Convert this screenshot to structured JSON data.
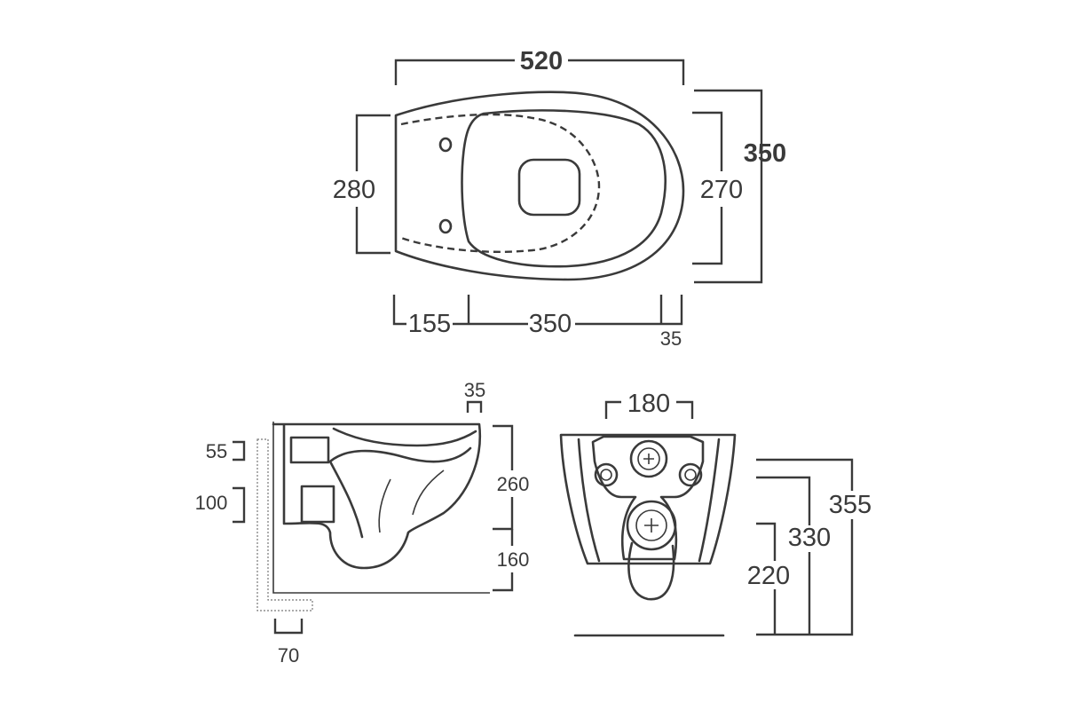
{
  "top_view": {
    "width": "520",
    "depth": "350",
    "rear_height": "280",
    "seat_height": "270",
    "rear_offset": "155",
    "hole_spacing": "350",
    "front_offset": "35"
  },
  "side_view": {
    "rim_offset": "35",
    "upper_height": "260",
    "lower_height": "160",
    "inlet_size": "55",
    "outlet_size": "100",
    "wall_offset": "70"
  },
  "rear_view": {
    "fixing_spacing": "180",
    "fixing_height": "220",
    "inlet_height": "330",
    "overall_height": "355"
  }
}
